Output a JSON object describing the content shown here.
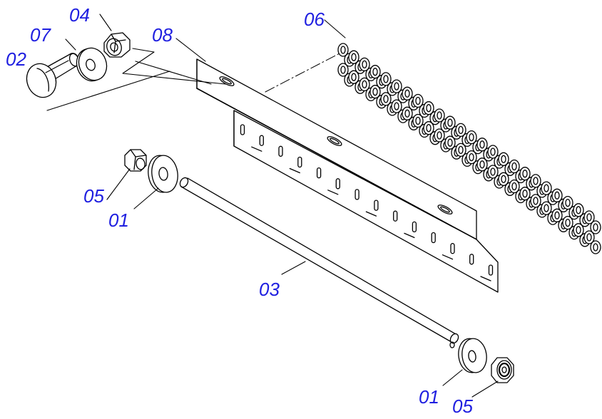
{
  "diagram": {
    "label_color": "#1f1fe0",
    "line_color": "#000000",
    "part_labels": {
      "p01_upper": "01",
      "p01_lower": "01",
      "p02": "02",
      "p03": "03",
      "p04": "04",
      "p05_upper": "05",
      "p05_lower": "05",
      "p06": "06",
      "p07": "07",
      "p08": "08"
    }
  }
}
